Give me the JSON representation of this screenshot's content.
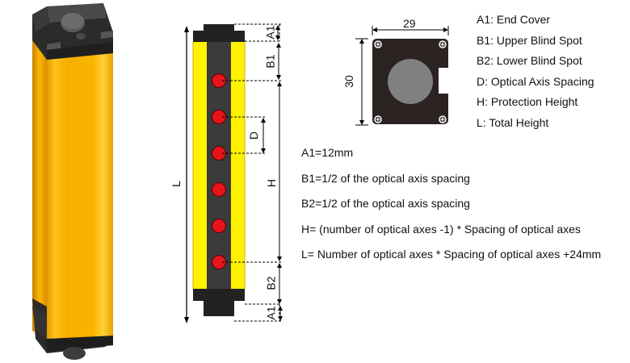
{
  "product_render": {
    "name": "light curtain 3D render",
    "colors": {
      "housing": "#F7B500",
      "cap": "#2a2a2a"
    }
  },
  "front_diagram": {
    "labels": {
      "total_height": "L",
      "protection_height": "H",
      "axis_spacing": "D",
      "upper_blind": "B1",
      "lower_blind": "B2",
      "top_cover": "A1",
      "bottom_cover": "A1"
    },
    "emitter_count": 6,
    "colors": {
      "rail": "#FFF200",
      "body": "#3a3a3a",
      "emitter": "#E8141C"
    }
  },
  "end_view": {
    "width_label": "29",
    "height_label": "30"
  },
  "legend": [
    "A1: End Cover",
    "B1: Upper Blind Spot",
    "B2: Lower Blind Spot",
    "D: Optical Axis Spacing",
    "H: Protection Height",
    "L: Total Height"
  ],
  "formulas": [
    "A1=12mm",
    "B1=1/2 of the optical axis spacing",
    "B2=1/2 of the optical axis spacing",
    "H= (number of optical axes -1) * Spacing of optical axes",
    "L= Number of optical axes * Spacing of optical axes +24mm"
  ]
}
